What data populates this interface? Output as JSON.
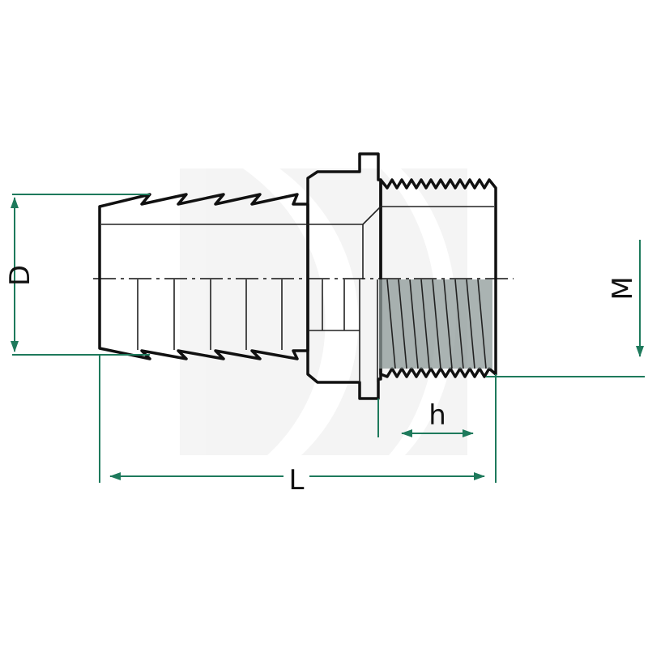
{
  "dimensions": {
    "d_label": "D",
    "m_label": "M",
    "h_label": "h",
    "l_label": "L"
  },
  "colors": {
    "body": "#a9aeae",
    "body_light": "#c3c7c7",
    "thread_shade": "#8e9a98",
    "outline": "#111111",
    "dimension": "#1e7a5c",
    "watermark": "#e6e6e6"
  }
}
